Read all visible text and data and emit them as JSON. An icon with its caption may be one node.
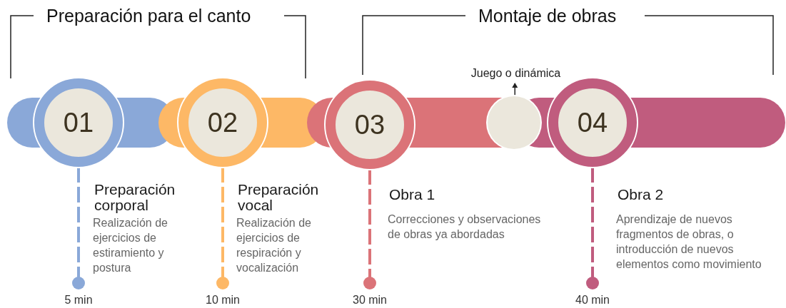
{
  "diagram": {
    "nodes": [
      {
        "text": [
          "01"
        ],
        "beside": [
          "Preparación corporal",
          "Realización de ejercicios de estiramiento y postura"
        ]
      },
      {
        "text": [
          "02"
        ],
        "beside": [
          "Preparación vocal",
          "Realización de ejercicios de respiración y vocalización"
        ]
      },
      {
        "text": [
          "03"
        ],
        "beside": [
          "Obra 1",
          "Correcciones y observaciones de obras ya abordadas"
        ]
      },
      {
        "text": [],
        "shape": "circle"
      },
      {
        "text": [
          "Juego o dinámica"
        ]
      },
      {
        "text": [
          "04"
        ],
        "beside": [
          "Obra 2",
          "Aprendizaje de nuevos fragmentos de obras, o introducción de nuevos elementos como movimiento"
        ]
      }
    ],
    "edges": [
      {
        "from": 3,
        "to": 4,
        "arrow": "to"
      }
    ],
    "labels": [
      "Preparación para el canto",
      "Montaje de obras",
      "5 min",
      "10 min",
      "30 min",
      "40 min"
    ]
  }
}
